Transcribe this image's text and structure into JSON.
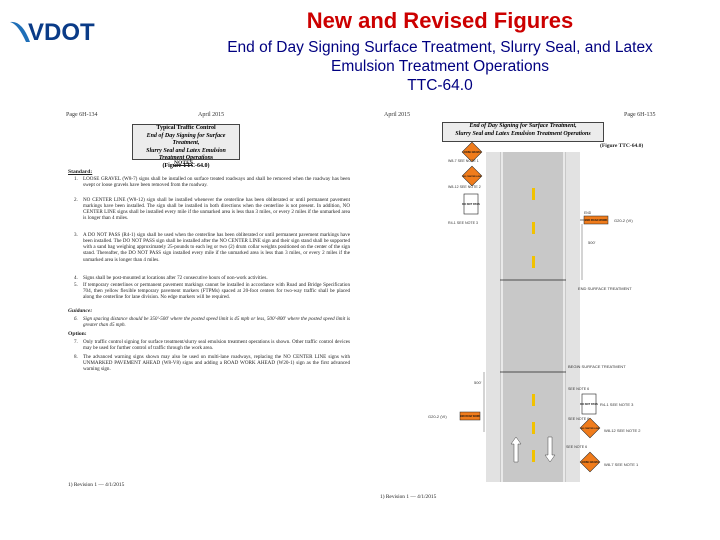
{
  "logo_text": "VDOT",
  "slide": {
    "title": "New and Revised Figures",
    "subtitle_line1": "End of Day Signing Surface Treatment, Slurry Seal, and Latex",
    "subtitle_line2": "Emulsion Treatment Operations",
    "subtitle_line3": "TTC-64.0"
  },
  "left_page": {
    "page_num": "Page 6H-134",
    "date": "April 2015",
    "figure_box": {
      "line1": "Typical Traffic Control",
      "line2": "End of Day Signing for Surface Treatment,",
      "line3": "Slurry Seal and Latex Emulsion Treatment Operations",
      "line4": "(Figure TTC-64.0)"
    },
    "notes_heading": "NOTES",
    "standard_heading": "Standard:",
    "notes": [
      {
        "num": "1.",
        "text": "LOOSE GRAVEL (W8-7) signs shall be installed on surface treated roadways and shall be removed when the roadway has been swept or loose gravels have been removed from the roadway."
      },
      {
        "num": "2.",
        "text": "NO CENTER LINE (W8-12) sign shall be installed whenever the centerline has been obliterated or until permanent pavement markings have been installed. The sign shall be installed in both directions when the centerline is not present. In addition, NO CENTER LINE signs shall be installed every mile if the unmarked area is less than 3 miles, or every 2 miles if the unmarked area is longer than 4 miles."
      },
      {
        "num": "3.",
        "text": "A DO NOT PASS (R4-1) sign shall be used when the centerline has been obliterated or until permanent pavement markings have been installed. The DO NOT PASS sign shall be installed after the NO CENTER LINE sign and their sign stand shall be supported with a sand bag weighing approximately 25-pounds to each leg or two (2) drum collar weights positioned on the center of the sign stand. Thereafter, the DO NOT PASS sign installed every mile if the unmarked area is less than 3 miles, or every 2 miles if the unmarked area is longer than 4 miles."
      },
      {
        "num": "4.",
        "text": "Signs shall be post-mounted at locations after 72 consecutive hours of non-work activities."
      },
      {
        "num": "5.",
        "text": "If temporary centerlines or permanent pavement markings cannot be installed in accordance with Road and Bridge Specification 704, then yellow flexible temporary pavement markers (FTPMs) spaced at 20-foot centers for two-way traffic shall be placed along the centerline for lane division. No edge markers will be required."
      }
    ],
    "guidance_heading": "Guidance:",
    "guidance": [
      {
        "num": "6.",
        "text": "Sign spacing distance should be 350'-500' where the posted speed limit is 45 mph or less, 500'-800' where the posted speed limit is greater than 45 mph."
      }
    ],
    "option_heading": "Option:",
    "options": [
      {
        "num": "7.",
        "text": "Only traffic control signing for surface treatment/slurry seal emulsion treatment operations is shown. Other traffic control devices may be used for further control of traffic through the work area."
      },
      {
        "num": "8.",
        "text": "The advanced warning signs shown may also be used on multi-lane roadways, replacing the NO CENTER LINE signs with UNMARKED PAVEMENT AHEAD (W8-V8) signs and adding a ROAD WORK AHEAD (W20-1) sign as the first advanced warning sign."
      }
    ],
    "footer": "1) Revision 1 — 4/1/2015"
  },
  "right_page": {
    "date": "April 2015",
    "page_num": "Page 6H-135",
    "figure_box": {
      "line1": "End of Day Signing for Surface Treatment,",
      "line2": "Slurry Seal and Latex Emulsion Treatment Operations",
      "line3": "(Figure TTC-64.0)"
    },
    "footer": "1) Revision 1 — 4/1/2015"
  },
  "diagram": {
    "signs": {
      "loose_gravel": "LOOSE GRAVEL",
      "no_center_line": "NO CENTER LINE",
      "do_not_pass": "DO NOT PASS",
      "end_road_work": "END ROAD WORK"
    },
    "labels": {
      "w8_7_top": "W8-7 SEE NOTE 1",
      "w8_12_top": "W8-12 SEE NOTE 2",
      "r4_1_top": "R4-1 SEE NOTE 3",
      "end_label": "END",
      "g20_2": "G20-2 (VI)",
      "s00": "500'",
      "end_surface": "END SURFACE TREATMENT",
      "begin_surface": "BEGIN SURFACE TREATMENT",
      "see_note_6a": "SEE NOTE 6",
      "see_note_6b": "SEE NOTE 6",
      "see_note_6c": "SEE NOTE 6",
      "r4_1": "R4-1 SEE NOTE 3",
      "w8_12": "W8-12 SEE NOTE 2",
      "w8_7": "W8-7 SEE NOTE 1",
      "g20_2_left": "G20-2 (VI)",
      "dist_500": "500'"
    },
    "colors": {
      "orange_sign": "#f07c1c",
      "road": "#c8c8c8",
      "shoulder": "#e2e2e2",
      "centerline": "#f2c200",
      "edge_line": "#ffffff"
    }
  }
}
